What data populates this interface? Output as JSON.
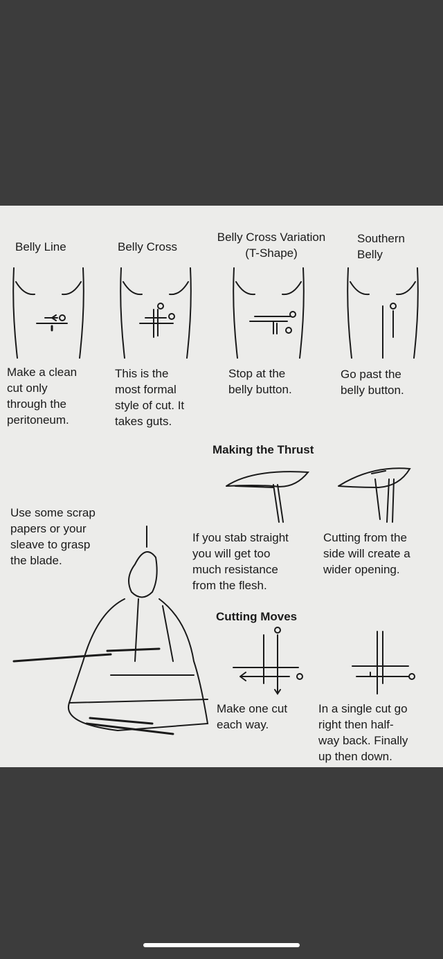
{
  "styles": [
    {
      "title": "Belly Line",
      "caption": "Make a clean\ncut only\nthrough the\nperitoneum."
    },
    {
      "title": "Belly Cross",
      "caption": "This is the\nmost formal\nstyle of cut. It\ntakes guts."
    },
    {
      "title": "Belly Cross Variation\n(T-Shape)",
      "caption": "Stop at the\nbelly button."
    },
    {
      "title": "Southern\nBelly",
      "caption": "Go past the\nbelly button."
    }
  ],
  "thrust": {
    "heading": "Making the Thrust",
    "straight": "If you stab straight\nyou will get too\nmuch resistance\nfrom the flesh.",
    "side": "Cutting from the\nside will create a\nwider opening."
  },
  "grip_note": "Use some scrap\npapers or your\nsleave to grasp\nthe blade.",
  "cutting": {
    "heading": "Cutting Moves",
    "one": "Make one cut\neach way.",
    "single": "In a single cut go\nright then half-\nway back. Finally\nup then down."
  }
}
